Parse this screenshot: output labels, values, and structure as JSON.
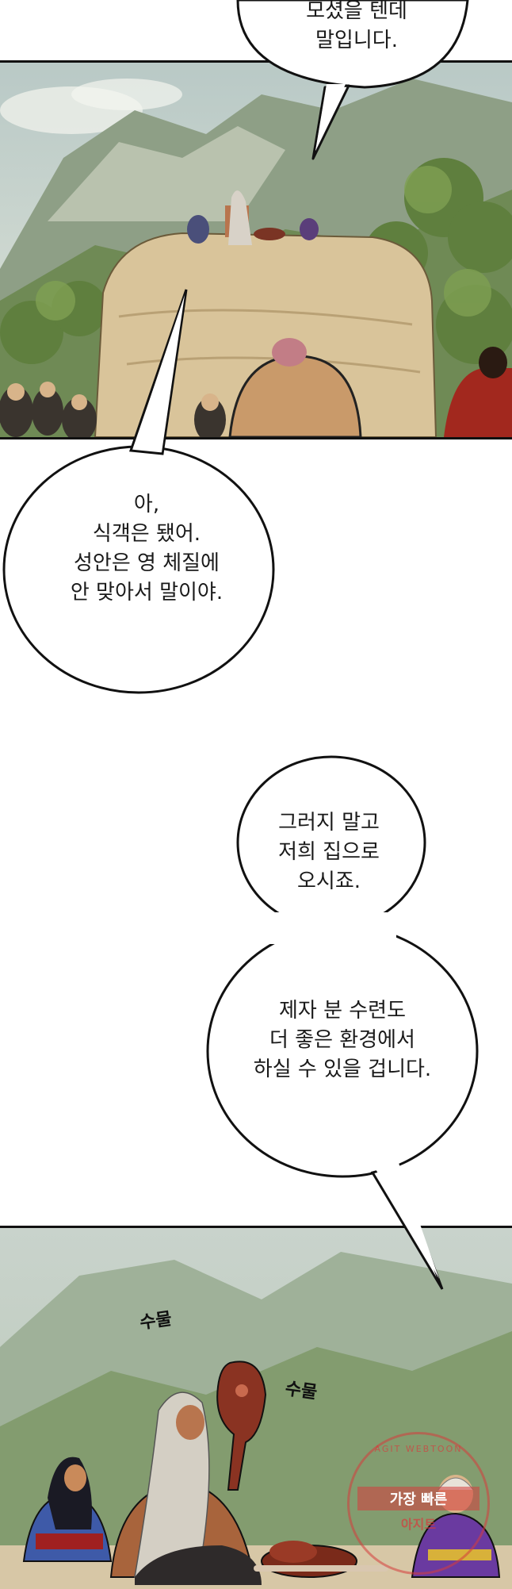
{
  "bubbles": {
    "b1": "모셨을 텐데\n말입니다.",
    "b2": "아,\n식객은 됐어.\n성안은 영 체질에\n안 맞아서 말이야.",
    "b3": "그러지 말고\n저희 집으로\n오시죠.",
    "b4": "제자 분 수련도\n더 좋은 환경에서\n하실 수 있을 겁니다."
  },
  "sfx": {
    "s1": "수물",
    "s2": "수물"
  },
  "watermark": {
    "top": "AGIT WEBTOON",
    "middle": "가장 빠른",
    "bottom": "아지트"
  }
}
